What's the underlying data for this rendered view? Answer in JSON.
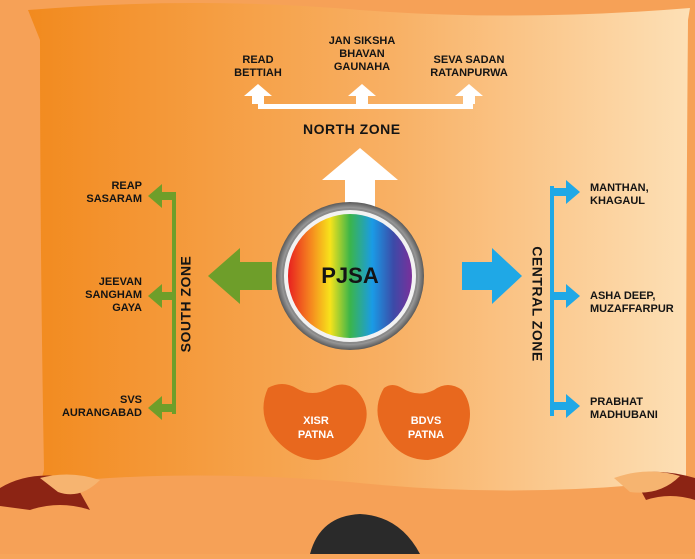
{
  "center_label": "PJSA",
  "zones": {
    "north": "NORTH ZONE",
    "south": "SOUTH ZONE",
    "central": "CENTRAL ZONE"
  },
  "north_partners": [
    "READ\nBETTIAH",
    "JAN SIKSHA\nBHAVAN\nGAUNAHA",
    "SEVA SADAN\nRATANPURWA"
  ],
  "south_partners": [
    "REAP\nSASARAM",
    "JEEVAN\nSANGHAM\nGAYA",
    "SVS\nAURANGABAD"
  ],
  "central_partners": [
    "MANTHAN,\nKHAGAUL",
    "ASHA DEEP,\nMUZAFFARPUR",
    "PRABHAT\nMADHUBANI"
  ],
  "bottom_partners": [
    "XISR\nPATNA",
    "BDVS\nPATNA"
  ],
  "colors": {
    "north_arrow": "#ffffff",
    "south_arrow": "#6e9e2a",
    "central_arrow": "#1fa8e6",
    "blob": "#e8681e",
    "background": "#f7a55a",
    "ribbon": "#8c2414"
  }
}
